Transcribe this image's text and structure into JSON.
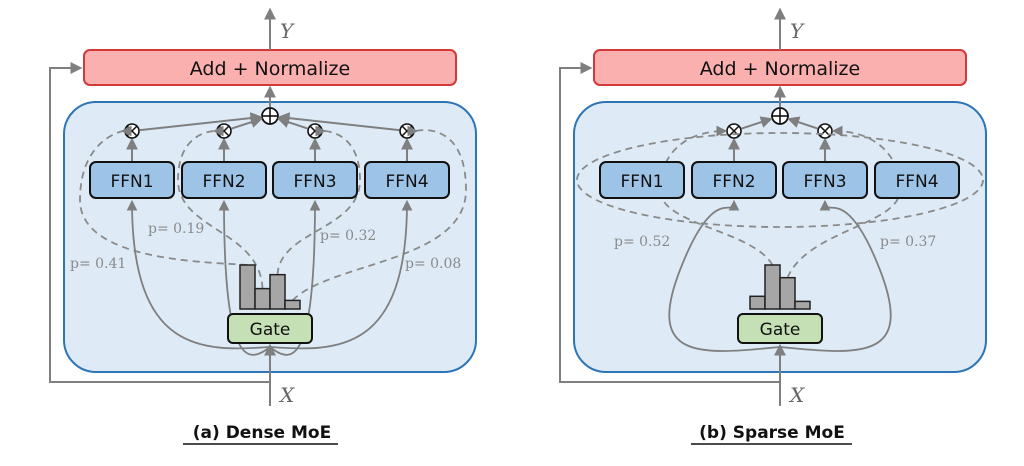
{
  "colors": {
    "add_norm_fill": "#fbb0b0",
    "add_norm_stroke": "#d23a3a",
    "moe_fill": "#deebf7",
    "moe_stroke": "#2e75b6",
    "ffn_fill": "#9dc3e6",
    "gate_fill": "#c5e0b4",
    "bar_fill": "#a6a6a6",
    "arrow": "#7f7f7f"
  },
  "panels": [
    {
      "id": "dense",
      "caption": "(a) Dense MoE",
      "add_normalize": "Add + Normalize",
      "output_var": "Y",
      "input_var": "X",
      "gate_label": "Gate",
      "experts": [
        "FFN1",
        "FFN2",
        "FFN3",
        "FFN4"
      ],
      "active_experts": [
        0,
        1,
        2,
        3
      ],
      "gate_probs": [
        0.41,
        0.19,
        0.32,
        0.08
      ],
      "prob_labels": [
        "p= 0.41",
        "p= 0.19",
        "p= 0.32",
        "p= 0.08"
      ],
      "multiply_symbol": "⊗",
      "sum_symbol": "⊕"
    },
    {
      "id": "sparse",
      "caption": "(b) Sparse MoE",
      "add_normalize": "Add + Normalize",
      "output_var": "Y",
      "input_var": "X",
      "gate_label": "Gate",
      "experts": [
        "FFN1",
        "FFN2",
        "FFN3",
        "FFN4"
      ],
      "active_experts": [
        1,
        2
      ],
      "gate_probs": [
        0.15,
        0.52,
        0.37,
        0.09
      ],
      "prob_labels": [
        "p= 0.52",
        "p= 0.37"
      ],
      "multiply_symbol": "⊗",
      "sum_symbol": "⊕"
    }
  ]
}
